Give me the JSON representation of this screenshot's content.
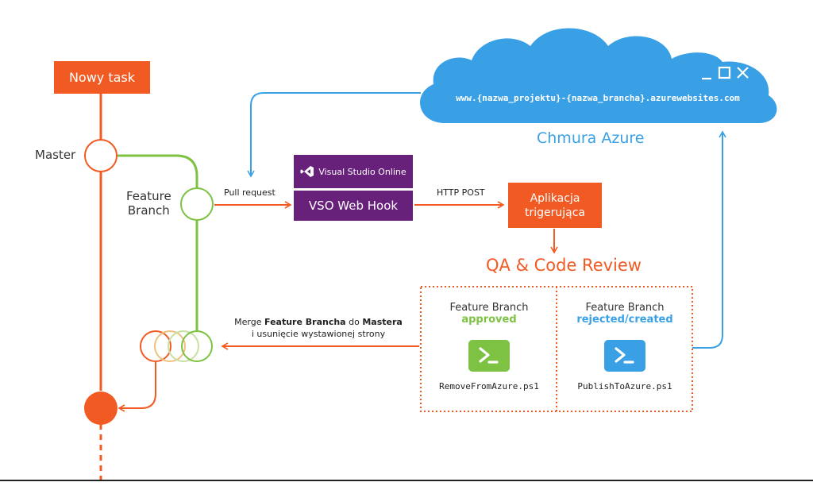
{
  "colors": {
    "orange": "#f15a22",
    "green": "#7dc242",
    "blue": "#3aa0e6",
    "purple": "#68217a"
  },
  "git": {
    "new_task": "Nowy task",
    "master": "Master",
    "feature_branch_l1": "Feature",
    "feature_branch_l2": "Branch"
  },
  "flow": {
    "pull_request": "Pull request",
    "vso_logo_text": "Visual Studio Online",
    "vso_hook": "VSO Web Hook",
    "http_post": "HTTP POST",
    "app_l1": "Aplikacja",
    "app_l2": "trigerująca",
    "qa_title": "QA & Code Review"
  },
  "merge_note": {
    "l1_a": "Merge ",
    "l1_b": "Feature Brancha",
    "l1_c": " do ",
    "l1_d": "Mastera",
    "l2": "i usunięcie wystawionej strony"
  },
  "review": {
    "left": {
      "title": "Feature Branch",
      "status": "approved",
      "script": "RemoveFromAzure.ps1",
      "icon": "powershell-icon"
    },
    "right": {
      "title": "Feature Branch",
      "status": "rejected/created",
      "script": "PublishToAzure.ps1",
      "icon": "powershell-icon"
    }
  },
  "cloud": {
    "url": "www.{nazwa_projektu}-{nazwa_brancha}.azurewebsites.com",
    "caption": "Chmura Azure",
    "window_icons": [
      "minimize-icon",
      "maximize-icon",
      "close-icon"
    ]
  }
}
